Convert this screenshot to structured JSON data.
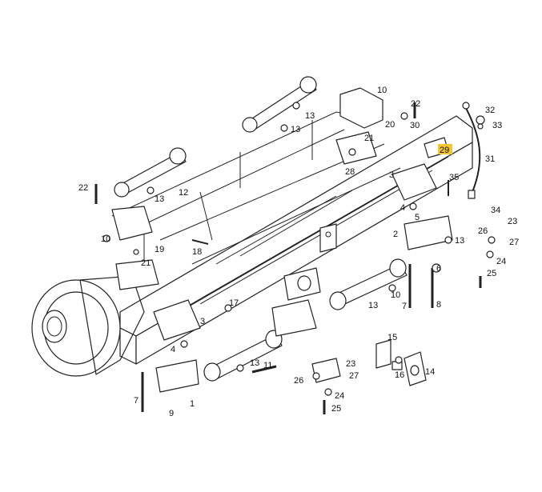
{
  "diagram": {
    "highlight_color": "#f4c531",
    "callouts": [
      {
        "id": "c10a",
        "text": "10"
      },
      {
        "id": "c22a",
        "text": "22"
      },
      {
        "id": "c13a",
        "text": "13"
      },
      {
        "id": "c13b",
        "text": "13"
      },
      {
        "id": "c21a",
        "text": "21"
      },
      {
        "id": "c20",
        "text": "20"
      },
      {
        "id": "c30",
        "text": "30"
      },
      {
        "id": "c32",
        "text": "32"
      },
      {
        "id": "c33",
        "text": "33"
      },
      {
        "id": "c29",
        "text": "29"
      },
      {
        "id": "c31",
        "text": "31"
      },
      {
        "id": "c28",
        "text": "28"
      },
      {
        "id": "c3a",
        "text": "3"
      },
      {
        "id": "c35",
        "text": "35"
      },
      {
        "id": "c22b",
        "text": "22"
      },
      {
        "id": "c13c",
        "text": "13"
      },
      {
        "id": "c12",
        "text": "12"
      },
      {
        "id": "c4a",
        "text": "4"
      },
      {
        "id": "c5",
        "text": "5"
      },
      {
        "id": "c34",
        "text": "34"
      },
      {
        "id": "c23a",
        "text": "23"
      },
      {
        "id": "c26a",
        "text": "26"
      },
      {
        "id": "c2",
        "text": "2"
      },
      {
        "id": "c13d",
        "text": "13"
      },
      {
        "id": "c27a",
        "text": "27"
      },
      {
        "id": "c10b",
        "text": "10"
      },
      {
        "id": "c19",
        "text": "19"
      },
      {
        "id": "c18",
        "text": "18"
      },
      {
        "id": "c21b",
        "text": "21"
      },
      {
        "id": "c24a",
        "text": "24"
      },
      {
        "id": "c6",
        "text": "6"
      },
      {
        "id": "c25a",
        "text": "25"
      },
      {
        "id": "c13e",
        "text": "13"
      },
      {
        "id": "c10c",
        "text": "10"
      },
      {
        "id": "c7a",
        "text": "7"
      },
      {
        "id": "c8",
        "text": "8"
      },
      {
        "id": "c17",
        "text": "17"
      },
      {
        "id": "c3b",
        "text": "3"
      },
      {
        "id": "c4b",
        "text": "4"
      },
      {
        "id": "c15",
        "text": "15"
      },
      {
        "id": "c13f",
        "text": "13"
      },
      {
        "id": "c11",
        "text": "11"
      },
      {
        "id": "c23b",
        "text": "23"
      },
      {
        "id": "c26b",
        "text": "26"
      },
      {
        "id": "c27b",
        "text": "27"
      },
      {
        "id": "c16",
        "text": "16"
      },
      {
        "id": "c14",
        "text": "14"
      },
      {
        "id": "c24b",
        "text": "24"
      },
      {
        "id": "c7b",
        "text": "7"
      },
      {
        "id": "c1",
        "text": "1"
      },
      {
        "id": "c9",
        "text": "9"
      },
      {
        "id": "c25b",
        "text": "25"
      }
    ]
  }
}
